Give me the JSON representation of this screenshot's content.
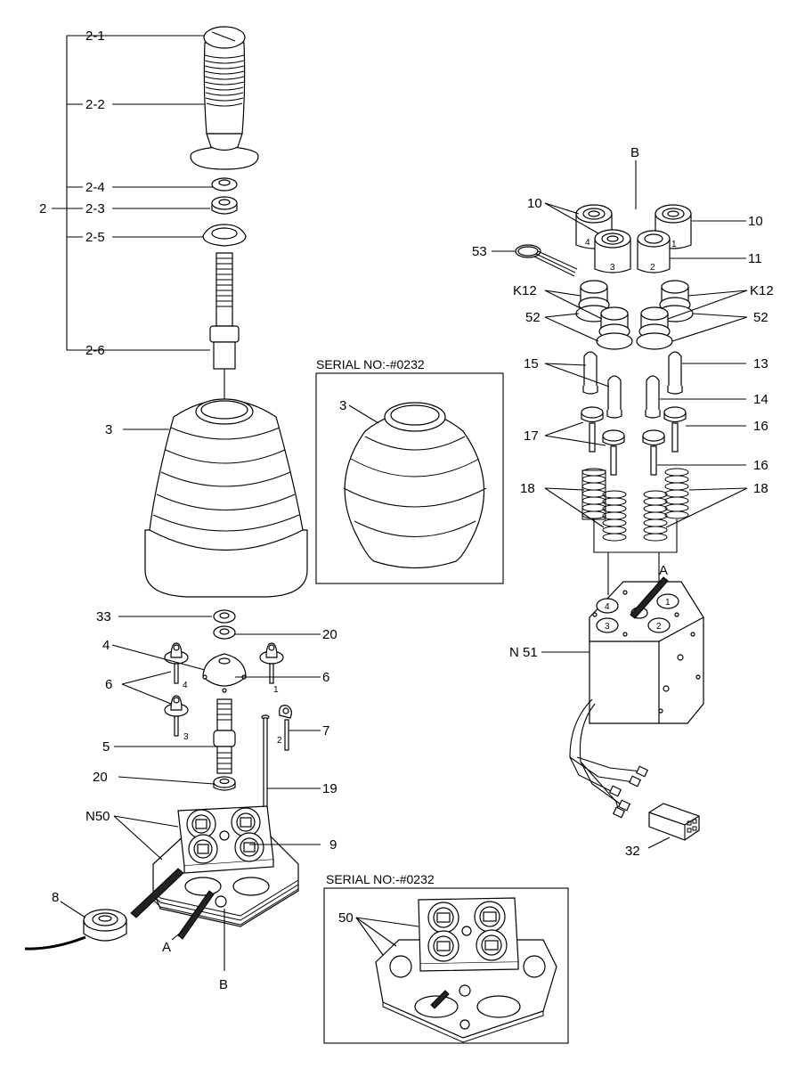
{
  "diagram": {
    "labels": {
      "p2_1": "2-1",
      "p2_2": "2-2",
      "p2": "2",
      "p2_4": "2-4",
      "p2_3": "2-3",
      "p2_5": "2-5",
      "p2_6": "2-6",
      "p3": "3",
      "p3b": "3",
      "p33": "33",
      "p20a": "20",
      "p4": "4",
      "p6a": "6",
      "p6b": "6",
      "p5": "5",
      "p7": "7",
      "p20b": "20",
      "p19": "19",
      "pN50": "N50",
      "p9": "9",
      "p8": "8",
      "pA1": "A",
      "pB1": "B",
      "pB2": "B",
      "p10a": "10",
      "p10b": "10",
      "p53": "53",
      "p11": "11",
      "pK12a": "K12",
      "pK12b": "K12",
      "p52a": "52",
      "p52b": "52",
      "p15": "15",
      "p13": "13",
      "p14": "14",
      "p17": "17",
      "p16a": "16",
      "p16b": "16",
      "p18a": "18",
      "p18b": "18",
      "pA2": "A",
      "pN51": "N 51",
      "p32": "32",
      "p50": "50"
    },
    "serial_boxes": {
      "top": "SERIAL NO:-#0232",
      "bottom": "SERIAL NO:-#0232"
    },
    "port_numbers": [
      "1",
      "2",
      "3",
      "4"
    ]
  }
}
